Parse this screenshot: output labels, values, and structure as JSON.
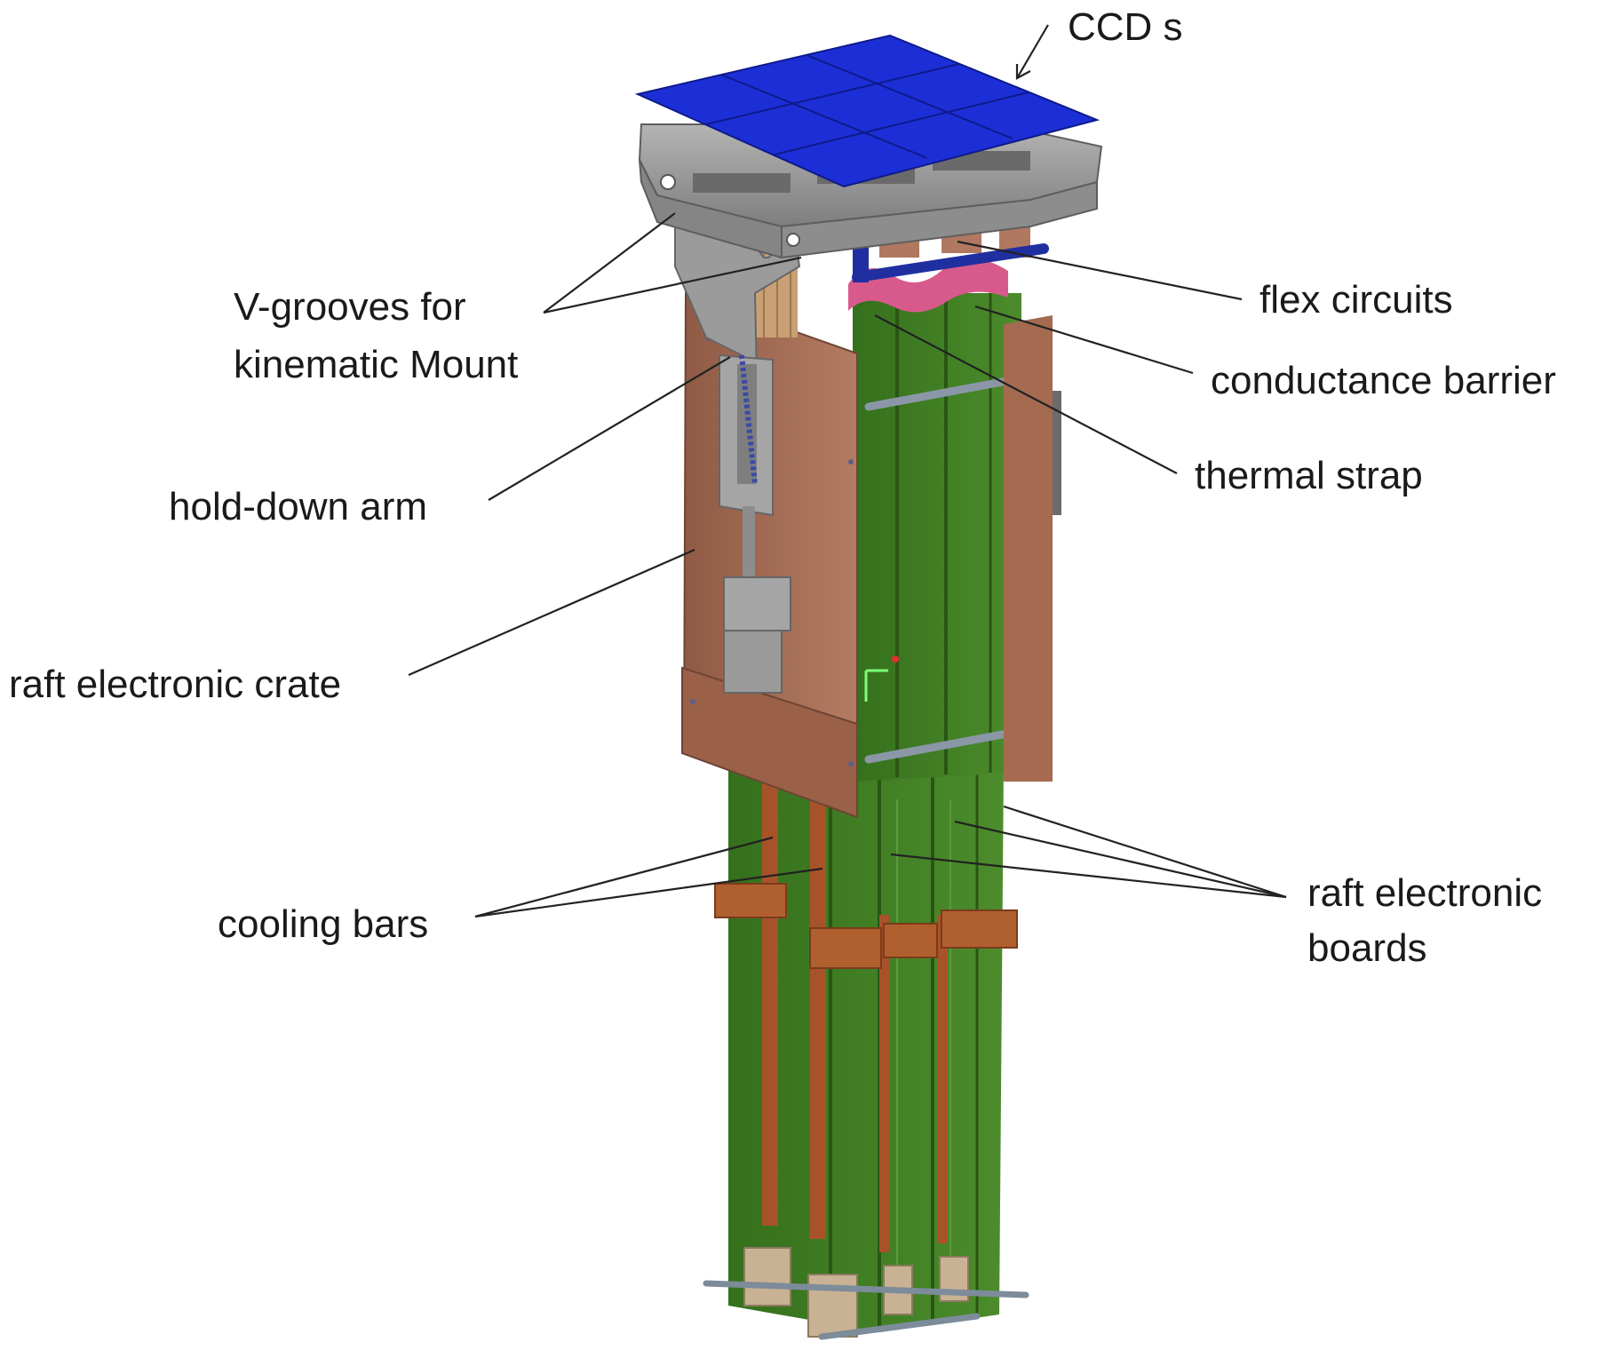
{
  "labels": {
    "ccds": "CCD s",
    "vgrooves_line1": "V-grooves for",
    "vgrooves_line2": "kinematic Mount",
    "flex_circuits": "flex circuits",
    "conductance_barrier": "conductance barrier",
    "thermal_strap": "thermal strap",
    "hold_down_arm": "hold-down arm",
    "raft_electronic_crate": "raft electronic crate",
    "cooling_bars": "cooling bars",
    "raft_boards_line1": "raft electronic",
    "raft_boards_line2": "boards"
  },
  "colors": {
    "ccd_blue": "#1c2fd6",
    "frame_gray": "#9a9a9a",
    "crate_copper": "#a86f56",
    "board_green": "#3f7d22",
    "cooling_copper": "#a8522a",
    "connector_tan": "#c9b293",
    "flex_pink": "#d85a8c",
    "leader_line": "#222222"
  }
}
